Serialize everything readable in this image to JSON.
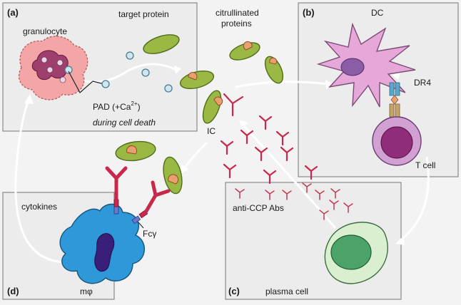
{
  "panels": {
    "a": {
      "letter": "(a)",
      "cell": "granulocyte",
      "target": "target protein",
      "pad": "PAD (+Ca",
      "pad_sup": "2+",
      "pad_close": ")",
      "note": "during cell death"
    },
    "b": {
      "letter": "(b)",
      "dc": "DC",
      "dr4": "DR4",
      "tcell": "T cell"
    },
    "c": {
      "letter": "(c)",
      "antibodies": "anti-CCP Abs",
      "cell": "plasma cell"
    },
    "d": {
      "letter": "(d)",
      "cytokines": "cytokines",
      "macrophage": "mφ",
      "receptor": "Fcγ"
    }
  },
  "center": {
    "citrullinated": "citrullinated",
    "proteins": "proteins",
    "ic": "IC"
  },
  "colors": {
    "protein": "#9ab944",
    "citrulline": "#e7a070",
    "antibody": "#c8294b",
    "dendritic_cell": "#e6a8d8",
    "t_cell": "#d3a0d4",
    "plasma_cell": "#4ca36a",
    "macrophage": "#2f98d8",
    "granulocyte": "#f4a6a6"
  }
}
